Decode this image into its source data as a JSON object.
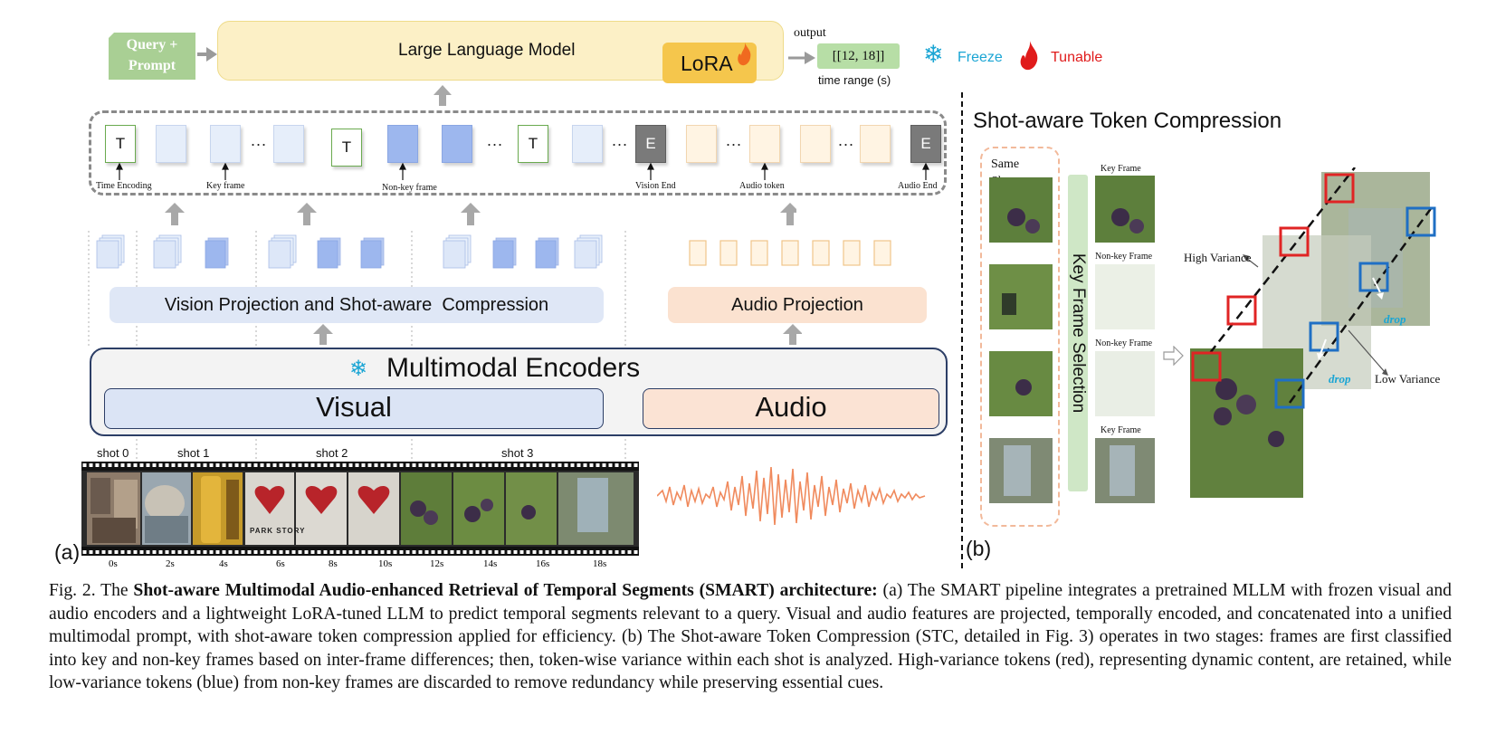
{
  "panel_a": {
    "panel_label": "(a)",
    "query_prompt": [
      "Query +",
      "Prompt"
    ],
    "llm_label": "Large Language Model",
    "lora_label": "LoRA",
    "output_label": "output",
    "output_value": "[[12, 18]]",
    "output_caption": "time range (s)",
    "legend": {
      "freeze": "Freeze",
      "tunable": "Tunable"
    },
    "token_labels": {
      "time_encoding": "Time Encoding",
      "key_frame": "Key frame",
      "non_key_frame": "Non-key frame",
      "vision_end": "Vision End",
      "audio_token": "Audio token",
      "audio_end": "Audio End"
    },
    "token_letters": {
      "t": "T",
      "e": "E"
    },
    "ellipsis": "...",
    "vision_projection": "Vision Projection and Shot-aware  Compression",
    "audio_projection": "Audio Projection",
    "encoders_title": "Multimodal Encoders",
    "visual": "Visual",
    "audio": "Audio",
    "shots": [
      "shot 0",
      "shot 1",
      "shot 2",
      "shot 3"
    ],
    "timeline": [
      "0s",
      "2s",
      "4s",
      "6s",
      "8s",
      "10s",
      "12s",
      "14s",
      "16s",
      "18s"
    ],
    "graffiti_text": "PARK STORY"
  },
  "panel_b": {
    "panel_label": "(b)",
    "title": "Shot-aware Token Compression",
    "same_shot": [
      "Same",
      "Shot"
    ],
    "key_frame_selection": "Key Frame Selection",
    "frame_labels": [
      "Key Frame",
      "Non-key Frame",
      "Non-key Frame",
      "Key Frame"
    ],
    "high_variance": "High Variance",
    "low_variance": "Low Variance",
    "drop": "drop"
  },
  "colors": {
    "freeze": "#1aa5d4",
    "tunable": "#e01b1b",
    "high_variance_box": "#e02424",
    "low_variance_box": "#1f6fc4"
  },
  "caption": {
    "prefix": "Fig. 2.  The ",
    "bold": "Shot-aware Multimodal Audio-enhanced Retrieval of Temporal Segments (SMART) architecture:",
    "body": " (a) The SMART pipeline integrates a pretrained MLLM with frozen visual and audio encoders and a lightweight LoRA-tuned LLM to predict temporal segments relevant to a query. Visual and audio features are projected, temporally encoded, and concatenated into a unified multimodal prompt, with shot-aware token compression applied for efficiency. (b) The Shot-aware Token Compression (STC, detailed in Fig. 3) operates in two stages: frames are first classified into key and non-key frames based on inter-frame differences; then, token-wise variance within each shot is analyzed. High-variance tokens (red), representing dynamic content, are retained, while low-variance tokens (blue) from non-key frames are discarded to remove redundancy while preserving essential cues."
  }
}
